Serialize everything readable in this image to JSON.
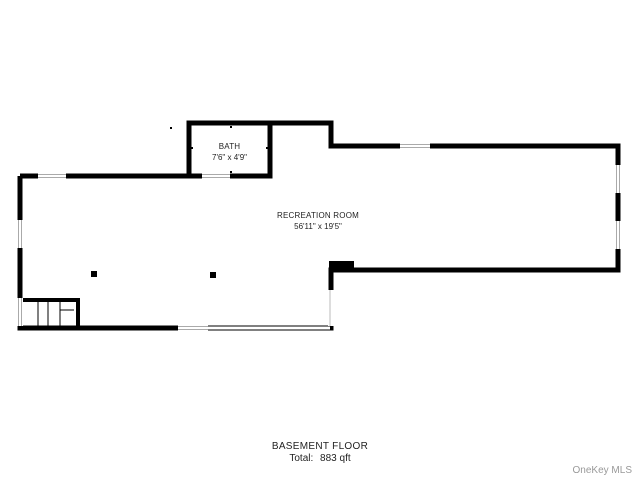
{
  "rooms": {
    "bath": {
      "name": "BATH",
      "dims": "7'6\" x 4'9\""
    },
    "recreation": {
      "name": "RECREATION ROOM",
      "dims": "56'11\" x 19'5\""
    }
  },
  "floor": {
    "title": "BASEMENT FLOOR",
    "total_label": "Total:",
    "total_value": "883 qft"
  },
  "watermark": "OneKey MLS",
  "colors": {
    "wall": "#000000",
    "window": "#bbbbbb",
    "background": "#ffffff"
  }
}
